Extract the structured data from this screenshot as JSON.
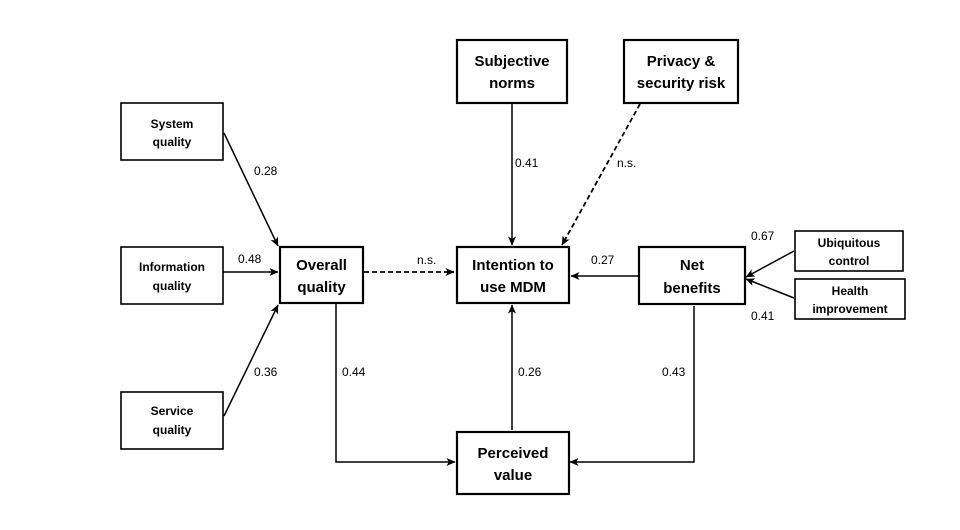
{
  "nodes": {
    "system_quality": [
      "System",
      "quality"
    ],
    "information_quality": [
      "Information",
      "quality"
    ],
    "service_quality": [
      "Service",
      "quality"
    ],
    "overall_quality": [
      "Overall",
      "quality"
    ],
    "subjective_norms": [
      "Subjective",
      "norms"
    ],
    "privacy_security_risk": [
      "Privacy &",
      "security risk"
    ],
    "intention_to_use": [
      "Intention to",
      "use MDM"
    ],
    "net_benefits": [
      "Net",
      "benefits"
    ],
    "ubiquitous_control": [
      "Ubiquitous",
      "control"
    ],
    "health_improvement": [
      "Health",
      "improvement"
    ],
    "perceived_value": [
      "Perceived",
      "value"
    ]
  },
  "edges": [
    {
      "from": "system_quality",
      "to": "overall_quality",
      "label": "0.28",
      "style": "solid"
    },
    {
      "from": "information_quality",
      "to": "overall_quality",
      "label": "0.48",
      "style": "solid"
    },
    {
      "from": "service_quality",
      "to": "overall_quality",
      "label": "0.36",
      "style": "solid"
    },
    {
      "from": "overall_quality",
      "to": "intention_to_use",
      "label": "n.s.",
      "style": "dashed"
    },
    {
      "from": "subjective_norms",
      "to": "intention_to_use",
      "label": "0.41",
      "style": "solid"
    },
    {
      "from": "privacy_security_risk",
      "to": "intention_to_use",
      "label": "n.s.",
      "style": "dashed"
    },
    {
      "from": "net_benefits",
      "to": "intention_to_use",
      "label": "0.27",
      "style": "solid"
    },
    {
      "from": "ubiquitous_control",
      "to": "net_benefits",
      "label": "0.67",
      "style": "solid"
    },
    {
      "from": "health_improvement",
      "to": "net_benefits",
      "label": "0.41",
      "style": "solid"
    },
    {
      "from": "overall_quality",
      "to": "perceived_value",
      "label": "0.44",
      "style": "solid"
    },
    {
      "from": "perceived_value",
      "to": "intention_to_use",
      "label": "0.26",
      "style": "solid"
    },
    {
      "from": "net_benefits",
      "to": "perceived_value",
      "label": "0.43",
      "style": "solid"
    }
  ]
}
